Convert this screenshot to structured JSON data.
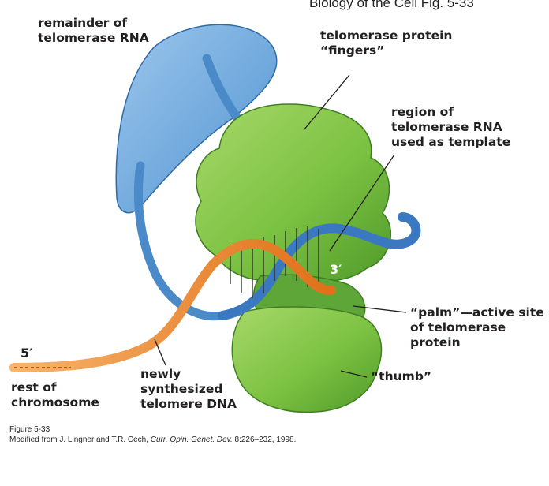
{
  "header_text": "Biology of the Cell Fig. 5-33",
  "labels": {
    "remainder_rna": "remainder of\ntelomerase RNA",
    "fingers": "telomerase protein\n“fingers”",
    "template_region": "region of\ntelomerase RNA\nused as template",
    "palm": "“palm”—active site\nof telomerase\nprotein",
    "thumb": "“thumb”",
    "newly_synthesized": "newly\nsynthesized\ntelomere DNA",
    "rest_of_chromosome": "rest of\nchromosome",
    "three_prime": "3′",
    "five_prime": "5′"
  },
  "caption": {
    "figure": "Figure 5-33",
    "credit_prefix": "Modified from J. Lingner and T.R. Cech, ",
    "journal": "Curr. Opin. Genet. Dev.",
    "credit_suffix": " 8:226–232, 1998."
  },
  "colors": {
    "rna_blue": "#5b9bd5",
    "protein_green": "#7cc242",
    "dna_orange": "#f08a2c",
    "label_text": "#231f20"
  }
}
